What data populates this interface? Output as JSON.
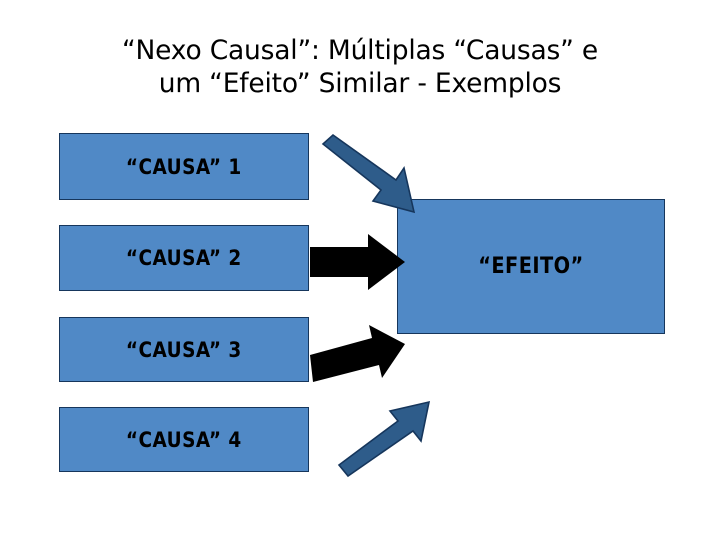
{
  "slide": {
    "background_color": "#FFFFFF",
    "title": {
      "line1": "“Nexo Causal”: Múltiplas “Causas” e",
      "line2": "um “Efeito” Similar - Exemplos"
    }
  },
  "theme": {
    "box_fill": "#5089C6",
    "box_border": "#16365C",
    "navy_arrow_fill": "#2E5C8A",
    "navy_arrow_stroke": "#16365C",
    "black_arrow_fill": "#000000",
    "text_color": "#000000"
  },
  "diagram": {
    "type": "cause-effect",
    "causes": [
      {
        "id": "cause-1",
        "label": "“CAUSA” 1"
      },
      {
        "id": "cause-2",
        "label": "“CAUSA” 2"
      },
      {
        "id": "cause-3",
        "label": "“CAUSA” 3"
      },
      {
        "id": "cause-4",
        "label": "“CAUSA” 4"
      }
    ],
    "effect": {
      "id": "effect",
      "label": "“EFEITO”"
    },
    "connectors": [
      {
        "id": "arrow-1",
        "from": "cause-1",
        "to": "effect",
        "style": "navy-outlined",
        "direction": "down-right"
      },
      {
        "id": "arrow-2",
        "from": "cause-2",
        "to": "effect",
        "style": "black-solid",
        "direction": "right"
      },
      {
        "id": "arrow-3",
        "from": "cause-3",
        "to": "effect",
        "style": "black-solid",
        "direction": "up-right"
      },
      {
        "id": "arrow-4",
        "from": "cause-4",
        "to": "effect",
        "style": "navy-outlined",
        "direction": "up-right"
      }
    ]
  }
}
